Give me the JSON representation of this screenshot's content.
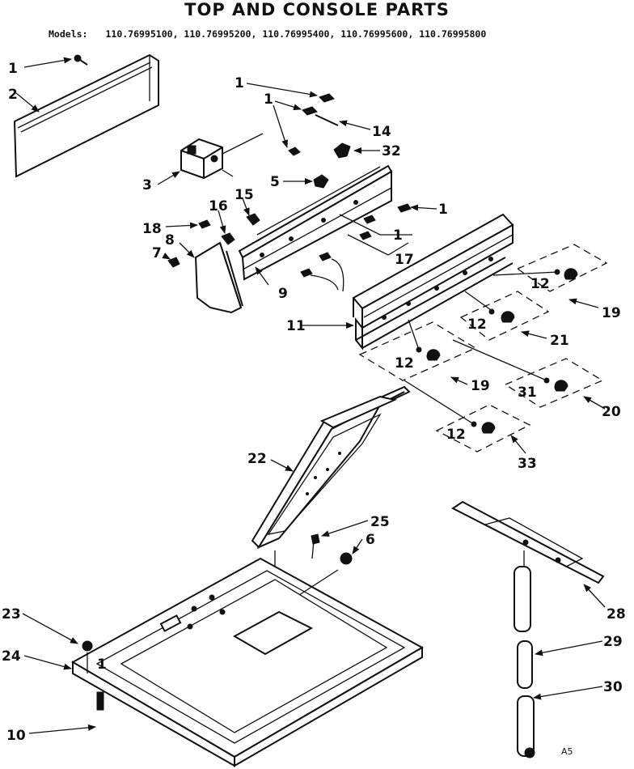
{
  "title": "TOP AND CONSOLE PARTS",
  "models": {
    "label": "Models:",
    "list": "110.76995100, 110.76995200, 110.76995400, 110.76995600, 110.76995800"
  },
  "callouts": {
    "c1a": "1",
    "c2": "2",
    "c1b": "1",
    "c1c": "1",
    "c14": "14",
    "c32": "32",
    "c3": "3",
    "c5": "5",
    "c1d": "1",
    "c15": "15",
    "c16": "16",
    "c18": "18",
    "c8": "8",
    "c1e": "1",
    "c7": "7",
    "c17": "17",
    "c9": "9",
    "c11": "11",
    "c12a": "12",
    "c19a": "19",
    "c12b": "12",
    "c21": "21",
    "c12c": "12",
    "c19b": "19",
    "c31": "31",
    "c20": "20",
    "c12d": "12",
    "c33": "33",
    "c22": "22",
    "c25": "25",
    "c6": "6",
    "c23": "23",
    "c24": "24",
    "c10": "10",
    "c28": "28",
    "c29": "29",
    "c30": "30",
    "c1f": "1"
  },
  "page_code": "A5"
}
